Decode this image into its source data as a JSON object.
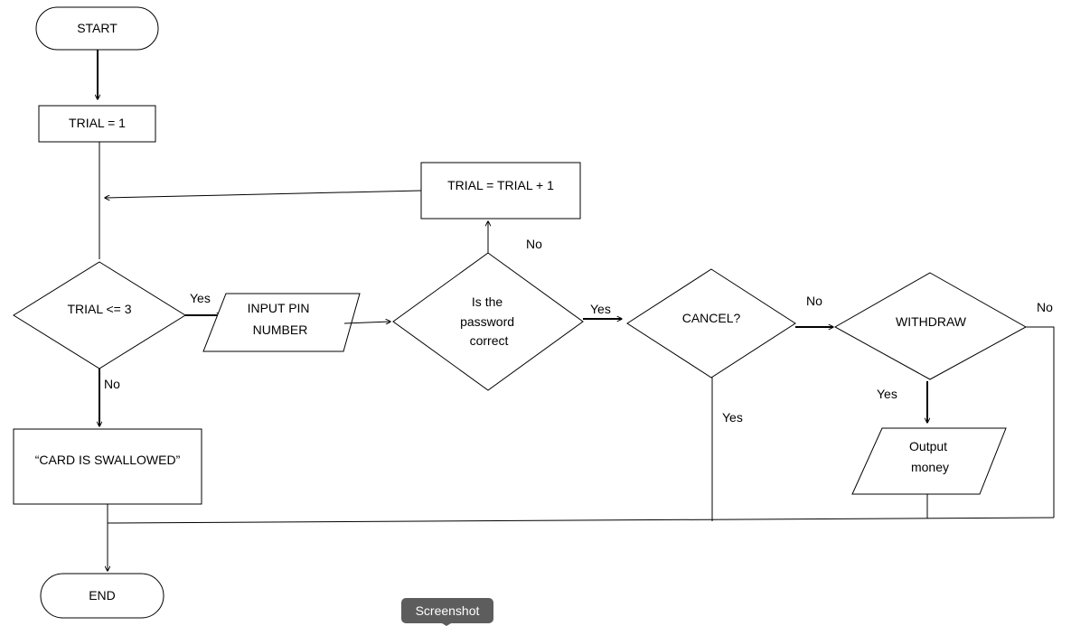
{
  "nodes": {
    "start": "START",
    "trial_init": "TRIAL = 1",
    "trial_increment": "TRIAL = TRIAL + 1",
    "trial_check": "TRIAL <= 3",
    "input_pin": [
      "INPUT PIN",
      "NUMBER"
    ],
    "password_check": [
      "Is the",
      "password",
      "correct"
    ],
    "cancel_check": "CANCEL?",
    "withdraw_check": "WITHDRAW",
    "card_swallowed": "“CARD IS SWALLOWED”",
    "output_money": [
      "Output",
      "money"
    ],
    "end": "END"
  },
  "labels": {
    "trial_yes": "Yes",
    "trial_no": "No",
    "password_yes": "Yes",
    "password_no": "No",
    "cancel_no": "No",
    "cancel_yes": "Yes",
    "withdraw_yes": "Yes",
    "withdraw_no": "No"
  },
  "tooltip": "Screenshot"
}
